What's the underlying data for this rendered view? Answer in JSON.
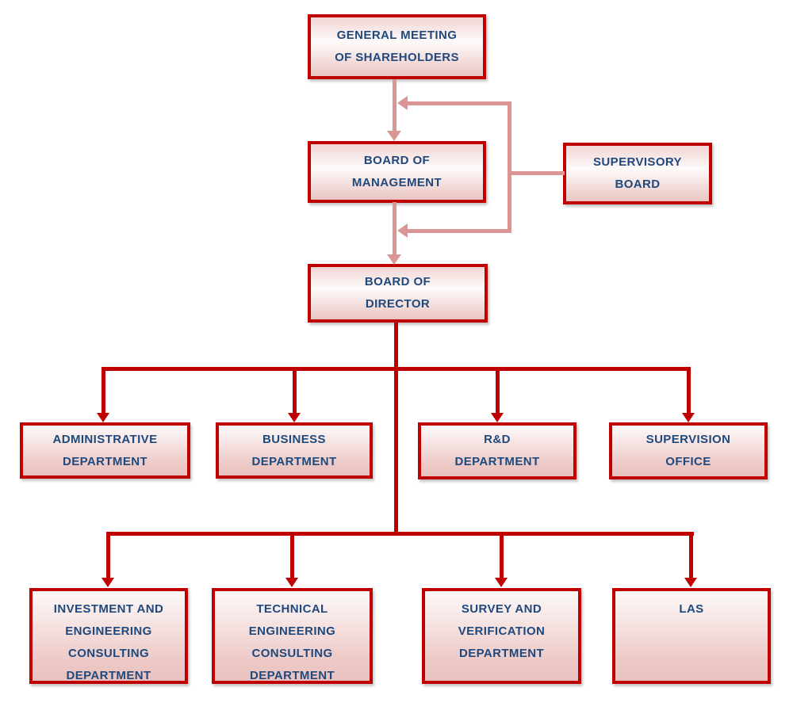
{
  "diagram": {
    "type": "org-chart",
    "nodes": {
      "general_meeting": {
        "lines": [
          "GENERAL MEETING",
          "OF SHAREHOLDERS"
        ]
      },
      "board_of_management": {
        "lines": [
          "BOARD OF",
          "MANAGEMENT"
        ]
      },
      "supervisory_board": {
        "lines": [
          "SUPERVISORY",
          "BOARD"
        ]
      },
      "board_of_director": {
        "lines": [
          "BOARD OF",
          "DIRECTOR"
        ]
      },
      "administrative_department": {
        "lines": [
          "ADMINISTRATIVE",
          "DEPARTMENT"
        ]
      },
      "business_department": {
        "lines": [
          "BUSINESS",
          "DEPARTMENT"
        ]
      },
      "rd_department": {
        "lines": [
          "R&D",
          "DEPARTMENT"
        ]
      },
      "supervision_office": {
        "lines": [
          "SUPERVISION",
          "OFFICE"
        ]
      },
      "investment_engineering": {
        "lines": [
          "INVESTMENT AND",
          "ENGINEERING",
          "CONSULTING",
          "DEPARTMENT"
        ]
      },
      "technical_engineering": {
        "lines": [
          "TECHNICAL",
          "ENGINEERING",
          "CONSULTING",
          "DEPARTMENT"
        ]
      },
      "survey_verification": {
        "lines": [
          "SURVEY AND",
          "VERIFICATION",
          "DEPARTMENT"
        ]
      },
      "las": {
        "lines": [
          "LAS"
        ]
      }
    },
    "edges": [
      {
        "from": "general_meeting",
        "to": "board_of_management",
        "style": "pink-arrow-down"
      },
      {
        "from": "supervisory_board",
        "to": "board_of_management",
        "style": "pink-arrow-left"
      },
      {
        "from": "board_of_management",
        "to": "board_of_director",
        "style": "pink-arrow-down"
      },
      {
        "from": "supervisory_board",
        "to": "board_of_director",
        "style": "pink-arrow-left"
      },
      {
        "from": "board_of_director",
        "to": "administrative_department",
        "style": "red-arrow-down"
      },
      {
        "from": "board_of_director",
        "to": "business_department",
        "style": "red-arrow-down"
      },
      {
        "from": "board_of_director",
        "to": "rd_department",
        "style": "red-arrow-down"
      },
      {
        "from": "board_of_director",
        "to": "supervision_office",
        "style": "red-arrow-down"
      },
      {
        "from": "board_of_director",
        "to": "investment_engineering",
        "style": "red-arrow-down"
      },
      {
        "from": "board_of_director",
        "to": "technical_engineering",
        "style": "red-arrow-down"
      },
      {
        "from": "board_of_director",
        "to": "survey_verification",
        "style": "red-arrow-down"
      },
      {
        "from": "board_of_director",
        "to": "las",
        "style": "red-arrow-down"
      }
    ],
    "colors": {
      "box_border": "#C00000",
      "primary_connector": "#C00000",
      "secondary_connector": "#D99694",
      "label_text": "#1F497D",
      "fill_light": "#FDF9F9",
      "fill_pink": "#EBC7C4"
    }
  }
}
